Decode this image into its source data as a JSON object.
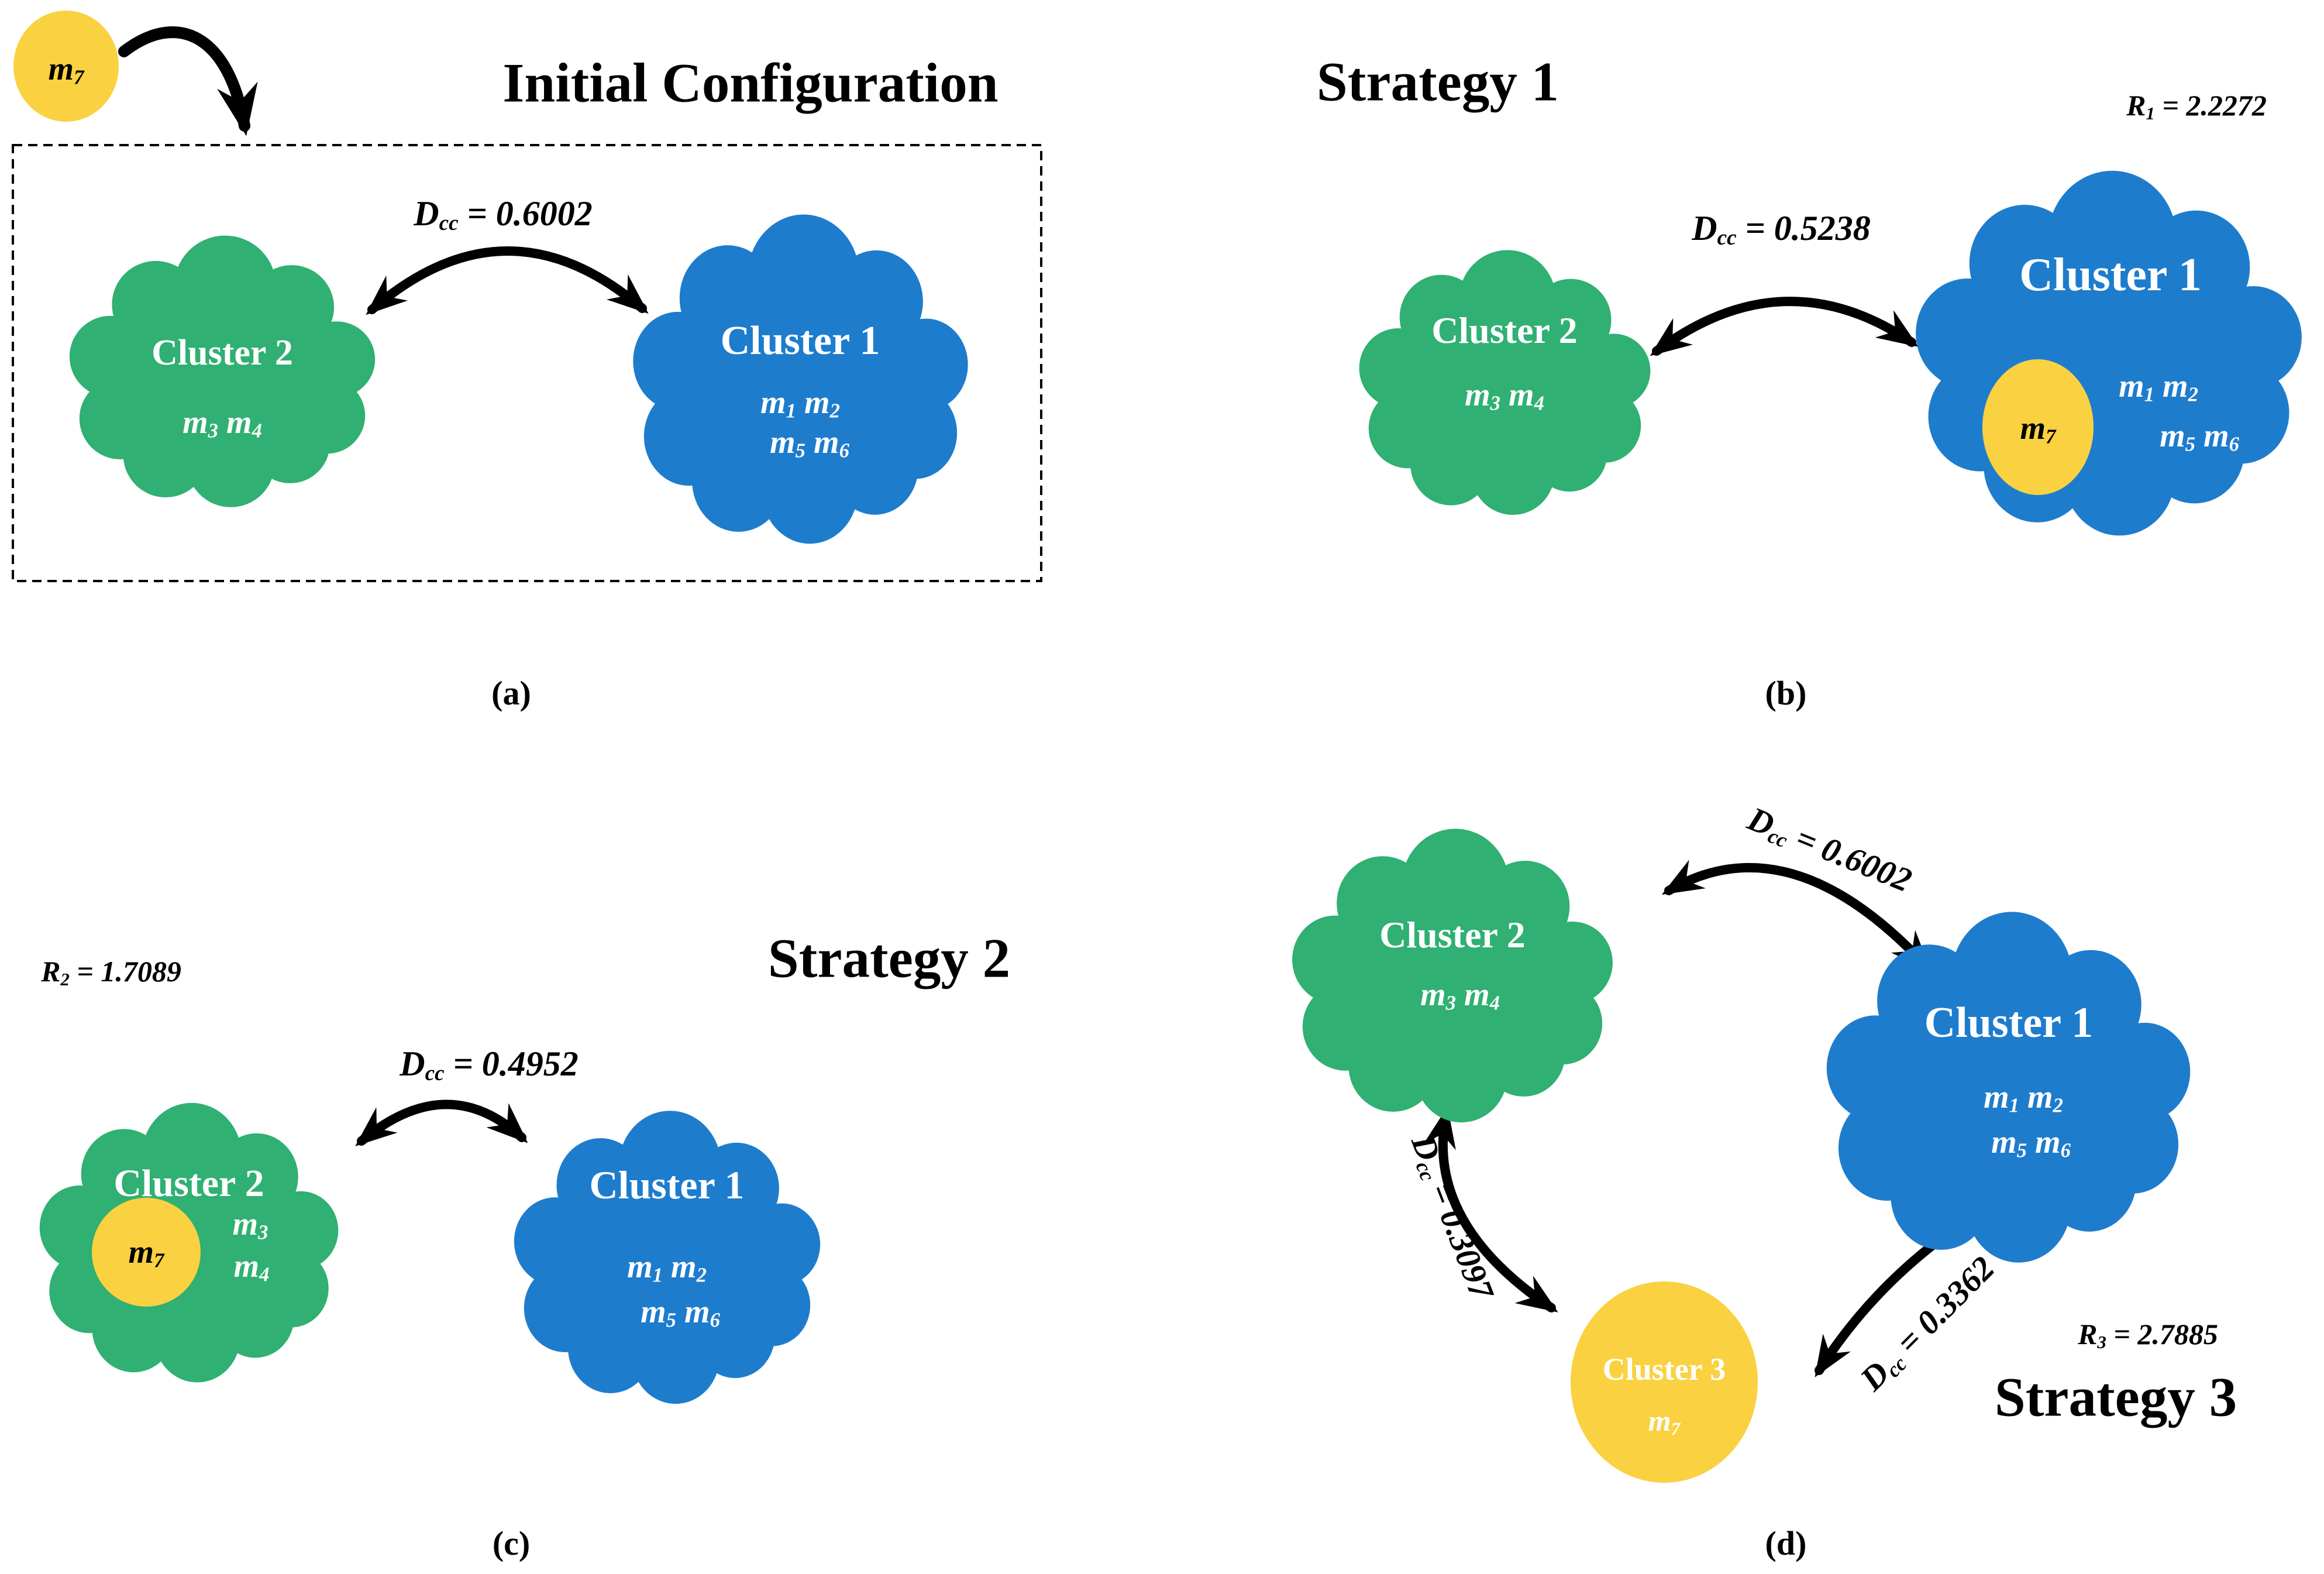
{
  "colors": {
    "green": "#30B072",
    "blue": "#1E7CCD",
    "yellow": "#FAD141",
    "ink": "#000000"
  },
  "panel_a": {
    "title": "Initial Configuration",
    "caption": "(a)",
    "floating_node_label": "m_7",
    "dcc_label": "D_cc = 0.6002",
    "cluster2_name": "Cluster 2",
    "cluster2_members": "m_3 m_4",
    "cluster1_name": "Cluster 1",
    "cluster1_members_line1": "m_1 m_2",
    "cluster1_members_line2": "m_5 m_6"
  },
  "panel_b": {
    "title": "Strategy 1",
    "caption": "(b)",
    "r_label": "R_1 = 2.2272",
    "dcc_label": "D_cc = 0.5238",
    "cluster2_name": "Cluster 2",
    "cluster2_members": "m_3 m_4",
    "cluster1_name": "Cluster 1",
    "m7_label": "m_7",
    "cluster1_members_line1": "m_1 m_2",
    "cluster1_members_line2": "m_5 m_6"
  },
  "panel_c": {
    "title": "Strategy 2",
    "caption": "(c)",
    "r_label": "R_2 = 1.7089",
    "dcc_label": "D_cc = 0.4952",
    "cluster2_name": "Cluster 2",
    "m7_label": "m_7",
    "cluster2_member_line1": "m_3",
    "cluster2_member_line2": "m_4",
    "cluster1_name": "Cluster 1",
    "cluster1_members_line1": "m_1 m_2",
    "cluster1_members_line2": "m_5 m_6"
  },
  "panel_d": {
    "title": "Strategy 3",
    "caption": "(d)",
    "r_label": "R_3 = 2.7885",
    "dcc_top_label": "D_cc = 0.6002",
    "dcc_left_label": "D_cc = 0.3097",
    "dcc_right_label": "D_cc = 0.3362",
    "cluster2_name": "Cluster 2",
    "cluster2_members": "m_3 m_4",
    "cluster1_name": "Cluster 1",
    "cluster1_members_line1": "m_1 m_2",
    "cluster1_members_line2": "m_5 m_6",
    "cluster3_name": "Cluster 3",
    "cluster3_member": "m_7"
  }
}
